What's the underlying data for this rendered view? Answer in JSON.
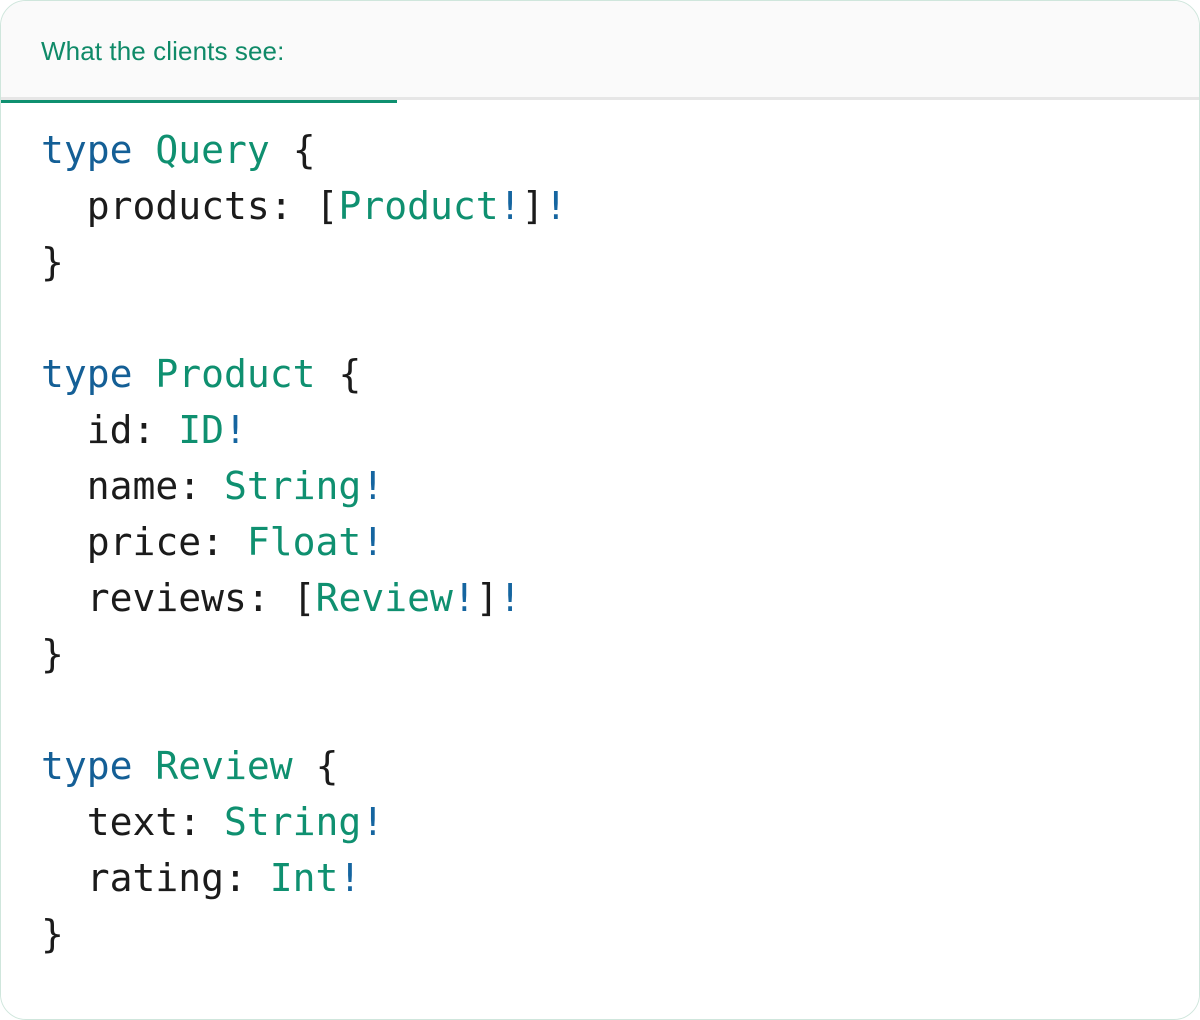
{
  "card": {
    "border_color": "#cfe6dc",
    "background": "#ffffff"
  },
  "tabbar": {
    "background": "#fafafa",
    "divider_color": "#e6e6e6",
    "active_tab": {
      "label": "What the clients see:",
      "color": "#0f8a68",
      "underline_color": "#0f9070"
    }
  },
  "theme": {
    "keyword": "#145f96",
    "type_name": "#0f9070",
    "punctuation": "#1b1b1b",
    "non_null": "#1565a0"
  },
  "code": {
    "language": "graphql",
    "plain_text": "type Query {\n  products: [Product!]!\n}\n\ntype Product {\n  id: ID!\n  name: String!\n  price: Float!\n  reviews: [Review!]!\n}\n\ntype Review {\n  text: String!\n  rating: Int!\n}",
    "lines": [
      {
        "tokens": [
          {
            "t": "type",
            "c": "kw"
          },
          {
            "t": " ",
            "c": "pun"
          },
          {
            "t": "Query",
            "c": "type"
          },
          {
            "t": " ",
            "c": "pun"
          },
          {
            "t": "{",
            "c": "pun"
          }
        ]
      },
      {
        "tokens": [
          {
            "t": "  products",
            "c": "name"
          },
          {
            "t": ": ",
            "c": "pun"
          },
          {
            "t": "[",
            "c": "pun"
          },
          {
            "t": "Product",
            "c": "type"
          },
          {
            "t": "!",
            "c": "bang"
          },
          {
            "t": "]",
            "c": "pun"
          },
          {
            "t": "!",
            "c": "bang"
          }
        ]
      },
      {
        "tokens": [
          {
            "t": "}",
            "c": "pun"
          }
        ]
      },
      {
        "tokens": []
      },
      {
        "tokens": [
          {
            "t": "type",
            "c": "kw"
          },
          {
            "t": " ",
            "c": "pun"
          },
          {
            "t": "Product",
            "c": "type"
          },
          {
            "t": " ",
            "c": "pun"
          },
          {
            "t": "{",
            "c": "pun"
          }
        ]
      },
      {
        "tokens": [
          {
            "t": "  id",
            "c": "name"
          },
          {
            "t": ": ",
            "c": "pun"
          },
          {
            "t": "ID",
            "c": "type"
          },
          {
            "t": "!",
            "c": "bang"
          }
        ]
      },
      {
        "tokens": [
          {
            "t": "  name",
            "c": "name"
          },
          {
            "t": ": ",
            "c": "pun"
          },
          {
            "t": "String",
            "c": "type"
          },
          {
            "t": "!",
            "c": "bang"
          }
        ]
      },
      {
        "tokens": [
          {
            "t": "  price",
            "c": "name"
          },
          {
            "t": ": ",
            "c": "pun"
          },
          {
            "t": "Float",
            "c": "type"
          },
          {
            "t": "!",
            "c": "bang"
          }
        ]
      },
      {
        "tokens": [
          {
            "t": "  reviews",
            "c": "name"
          },
          {
            "t": ": ",
            "c": "pun"
          },
          {
            "t": "[",
            "c": "pun"
          },
          {
            "t": "Review",
            "c": "type"
          },
          {
            "t": "!",
            "c": "bang"
          },
          {
            "t": "]",
            "c": "pun"
          },
          {
            "t": "!",
            "c": "bang"
          }
        ]
      },
      {
        "tokens": [
          {
            "t": "}",
            "c": "pun"
          }
        ]
      },
      {
        "tokens": []
      },
      {
        "tokens": [
          {
            "t": "type",
            "c": "kw"
          },
          {
            "t": " ",
            "c": "pun"
          },
          {
            "t": "Review",
            "c": "type"
          },
          {
            "t": " ",
            "c": "pun"
          },
          {
            "t": "{",
            "c": "pun"
          }
        ]
      },
      {
        "tokens": [
          {
            "t": "  text",
            "c": "name"
          },
          {
            "t": ": ",
            "c": "pun"
          },
          {
            "t": "String",
            "c": "type"
          },
          {
            "t": "!",
            "c": "bang"
          }
        ]
      },
      {
        "tokens": [
          {
            "t": "  rating",
            "c": "name"
          },
          {
            "t": ": ",
            "c": "pun"
          },
          {
            "t": "Int",
            "c": "type"
          },
          {
            "t": "!",
            "c": "bang"
          }
        ]
      },
      {
        "tokens": [
          {
            "t": "}",
            "c": "pun"
          }
        ]
      }
    ]
  }
}
